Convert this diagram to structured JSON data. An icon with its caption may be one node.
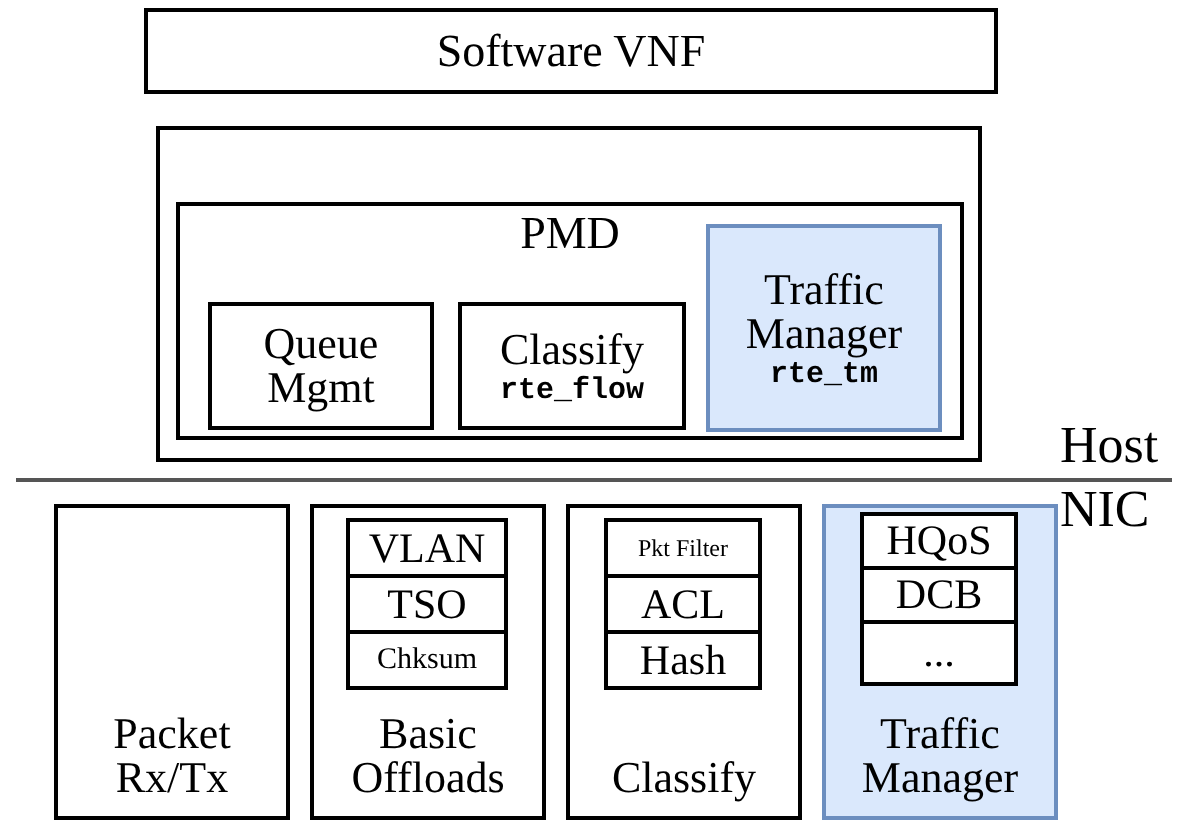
{
  "diagram": {
    "nodes": [
      {
        "text": [
          "Software VNF"
        ]
      },
      {
        "text": [],
        "shape": "box"
      },
      {
        "text": [
          "PMD"
        ],
        "in": 1
      },
      {
        "text": [
          "Queue Mgmt"
        ],
        "in": 2
      },
      {
        "text": [
          "Classify",
          "rte_flow"
        ],
        "in": 2
      },
      {
        "text": [
          "Traffic Manager",
          "rte_tm"
        ],
        "in": 2
      },
      {
        "text": [
          "Packet Rx/Tx"
        ]
      },
      {
        "text": [
          "Basic Offloads"
        ]
      },
      {
        "text": [
          "VLAN"
        ],
        "in": 7
      },
      {
        "text": [
          "TSO"
        ],
        "in": 7
      },
      {
        "text": [
          "Chksum"
        ],
        "in": 7
      },
      {
        "text": [
          "Classify"
        ]
      },
      {
        "text": [
          "Pkt Filter"
        ],
        "in": 11
      },
      {
        "text": [
          "ACL"
        ],
        "in": 11
      },
      {
        "text": [
          "Hash"
        ],
        "in": 11
      },
      {
        "text": [
          "Traffic Manager"
        ]
      },
      {
        "text": [
          "HQoS"
        ],
        "in": 15
      },
      {
        "text": [
          "DCB"
        ],
        "in": 15
      },
      {
        "text": [
          "..."
        ],
        "in": 15
      }
    ],
    "edges": [],
    "labels": [
      "Host",
      "NIC"
    ]
  }
}
